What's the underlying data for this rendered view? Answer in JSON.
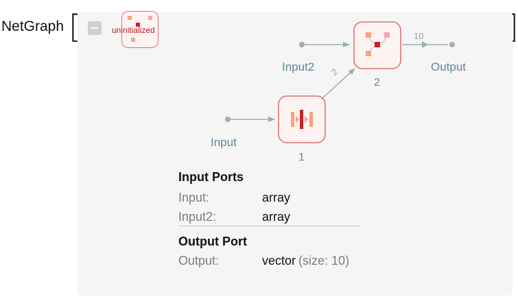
{
  "head": {
    "label": "NetGraph",
    "open_bracket": "[",
    "close_bracket": "]"
  },
  "summary": {
    "status_label": "uninitialized"
  },
  "graph": {
    "inputs": [
      "Input",
      "Input2"
    ],
    "output": "Output",
    "nodes": [
      "1",
      "2"
    ],
    "edge_sizes": {
      "node1_to_node2": "2",
      "node2_to_output": "10"
    }
  },
  "ports": {
    "input_header": "Input Ports",
    "inputs": [
      {
        "name": "Input:",
        "type": "array"
      },
      {
        "name": "Input2:",
        "type": "array"
      }
    ],
    "output_header": "Output Port",
    "outputs": [
      {
        "name": "Output:",
        "type": "vector",
        "size": "(size: 10)"
      }
    ]
  },
  "colors": {
    "panel_bg": "#f5f5f5",
    "edge": "#9ab0b5",
    "node_border": "#e07070",
    "node_fill": "#fdf3f3",
    "accent_red": "#cc2222",
    "accent_orange": "#f4a582",
    "label_teal": "#5b8a99"
  },
  "icons": {
    "collapse": "minus-square-icon",
    "summary": "net-graph-icon",
    "node1": "catenate-layer-icon",
    "node2": "merge-layer-icon"
  }
}
